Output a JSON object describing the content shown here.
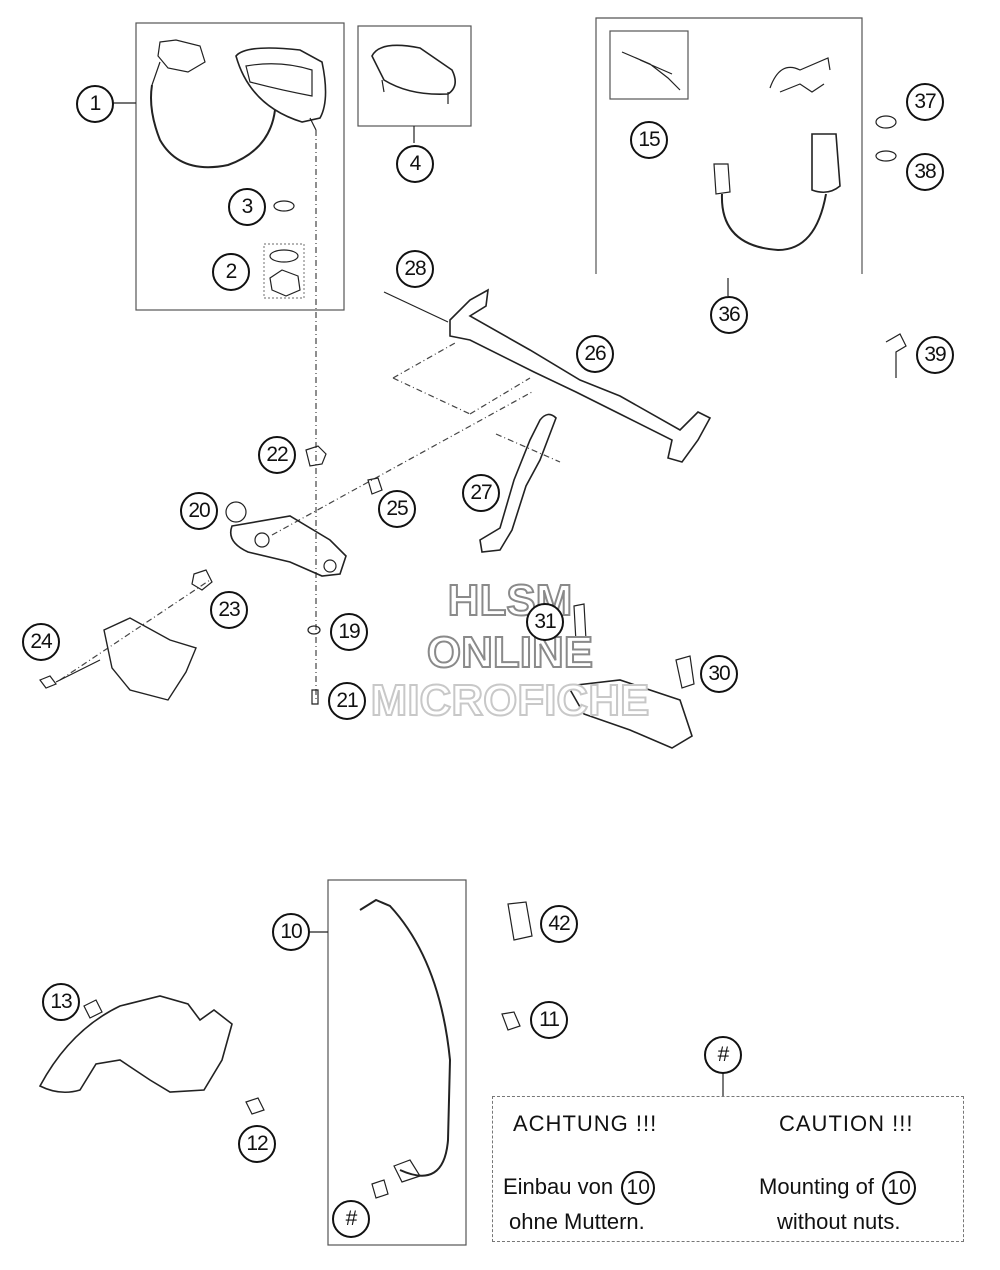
{
  "watermark": {
    "line1": "HLSM",
    "line2": "ONLINE",
    "line3": "MICROFICHE"
  },
  "callouts": {
    "c1": "1",
    "c2": "2",
    "c3": "3",
    "c4": "4",
    "c10": "10",
    "c11": "11",
    "c12": "12",
    "c13": "13",
    "c15": "15",
    "c19": "19",
    "c20": "20",
    "c21": "21",
    "c22": "22",
    "c23": "23",
    "c24": "24",
    "c25": "25",
    "c26": "26",
    "c27": "27",
    "c28": "28",
    "c30": "30",
    "c31": "31",
    "c36": "36",
    "c37": "37",
    "c38": "38",
    "c39": "39",
    "c42": "42",
    "hash_top": "#",
    "hash_bottom": "#"
  },
  "note": {
    "de_title": "ACHTUNG !!!",
    "de_line1": "Einbau von",
    "de_ref": "10",
    "de_line2": "ohne Muttern.",
    "en_title": "CAUTION !!!",
    "en_line1": "Mounting of",
    "en_ref": "10",
    "en_line2": "without nuts."
  }
}
